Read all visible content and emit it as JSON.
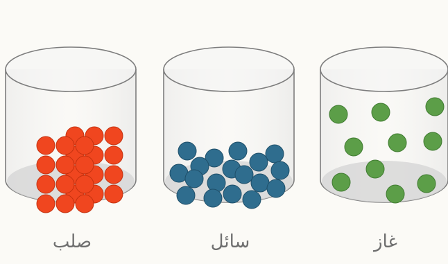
{
  "states": [
    {
      "id": "solid",
      "label": "صلب",
      "particle_color": "#f0461f",
      "particle_stroke": "#c2310f",
      "arrangement": "lattice"
    },
    {
      "id": "liquid",
      "label": "سائل",
      "particle_color": "#2f6d8e",
      "particle_stroke": "#1f4f69",
      "arrangement": "clustered-bottom"
    },
    {
      "id": "gas",
      "label": "غاز",
      "particle_color": "#5c9e48",
      "particle_stroke": "#3f7a30",
      "arrangement": "spread-out"
    }
  ],
  "container_color": "#dcdcdc"
}
